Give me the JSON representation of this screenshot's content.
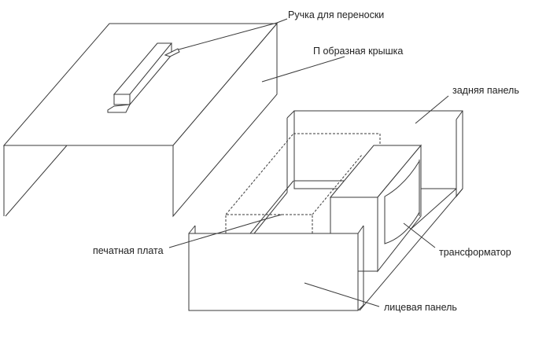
{
  "labels": {
    "handle": "Ручка для переноски",
    "cover": "П образная крышка",
    "back_panel": "задняя панель",
    "pcb": "печатная плата",
    "transformer": "трансформатор",
    "front_panel": "лицевая панель"
  }
}
